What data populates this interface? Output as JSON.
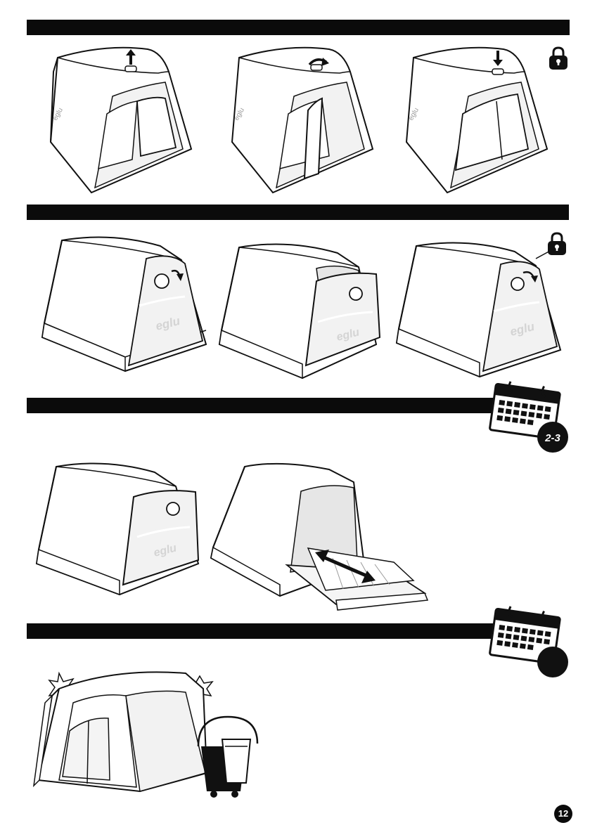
{
  "page": {
    "number": "12"
  },
  "sections": [
    {
      "id": "door-lock"
    },
    {
      "id": "front-door"
    },
    {
      "id": "tray-clean",
      "frequency_badge": "2-3"
    },
    {
      "id": "full-clean",
      "frequency_badge": ""
    }
  ],
  "brand": {
    "wordmark": "eglu"
  },
  "icons": {
    "lock": "padlock-icon",
    "calendar": "calendar-icon",
    "arrow_up": "arrow-up-icon",
    "arrow_down": "arrow-down-icon",
    "rotate": "rotate-arrow-icon",
    "double_arrow": "double-arrow-icon",
    "bucket": "bucket-icon",
    "bin": "bin-icon",
    "sparkle": "sparkle-icon"
  },
  "colors": {
    "ink": "#0b0b0b",
    "paper": "#ffffff",
    "panel": "#f2f2f2"
  }
}
